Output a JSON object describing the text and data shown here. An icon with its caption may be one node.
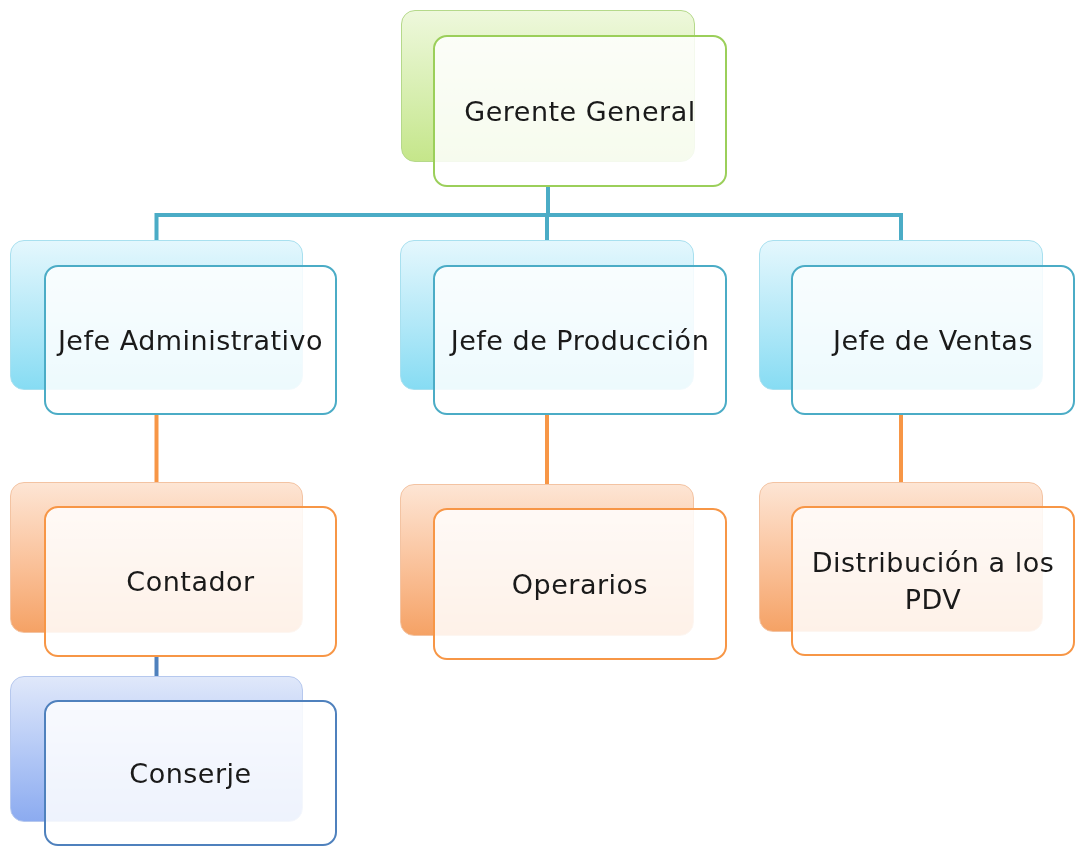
{
  "diagram": {
    "nodes": [
      {
        "text": [
          "Gerente General"
        ]
      },
      {
        "text": [
          "Jefe Administrativo"
        ]
      },
      {
        "text": [
          "Jefe de Producción"
        ]
      },
      {
        "text": [
          "Jefe de Ventas"
        ]
      },
      {
        "text": [
          "Contador"
        ]
      },
      {
        "text": [
          "Operarios"
        ]
      },
      {
        "text": [
          "Distribución a los PDV"
        ]
      },
      {
        "text": [
          "Conserje"
        ]
      }
    ],
    "edges": [
      {
        "from": 0,
        "to": 1,
        "arrow": "none",
        "color": "#4bacc6"
      },
      {
        "from": 0,
        "to": 2,
        "arrow": "none",
        "color": "#4bacc6"
      },
      {
        "from": 0,
        "to": 3,
        "arrow": "none",
        "color": "#4bacc6"
      },
      {
        "from": 1,
        "to": 4,
        "arrow": "none",
        "color": "#f79646"
      },
      {
        "from": 2,
        "to": 5,
        "arrow": "none",
        "color": "#f79646"
      },
      {
        "from": 3,
        "to": 6,
        "arrow": "none",
        "color": "#f79646"
      },
      {
        "from": 4,
        "to": 7,
        "arrow": "none",
        "color": "#4f81bd"
      }
    ]
  }
}
